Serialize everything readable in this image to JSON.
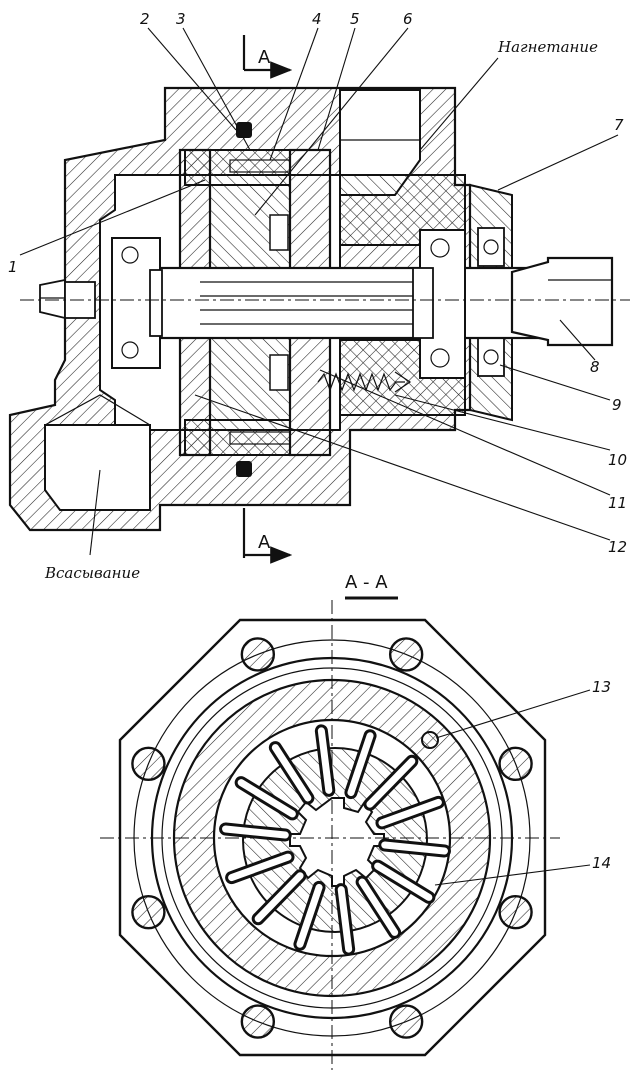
{
  "labels": {
    "part_1": "1",
    "part_2": "2",
    "part_3": "3",
    "part_4": "4",
    "part_5": "5",
    "part_6": "6",
    "part_7": "7",
    "part_8": "8",
    "part_9": "9",
    "part_10": "10",
    "part_11": "11",
    "part_12": "12",
    "part_13": "13",
    "part_14": "14",
    "discharge": "Нагнетание",
    "suction": "Всасывание",
    "cut_mark": "A",
    "section_title": "A - A"
  }
}
